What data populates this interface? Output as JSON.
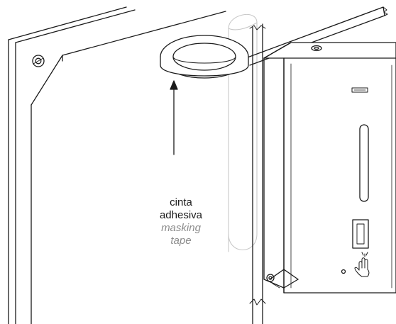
{
  "label_spanish": {
    "line1": "cinta",
    "line2": "adhesiva"
  },
  "label_english": {
    "line1": "masking",
    "line2": "tape"
  },
  "colors": {
    "ink": "#1a1a1a",
    "ghost_cylinder": "#c8c8c8",
    "english_text": "#8c8c8c",
    "dispenser_fill": "#ffffff"
  },
  "icons": [
    "hand-under-dispenser-icon",
    "brand-badge-icon",
    "led-indicator-icon"
  ]
}
